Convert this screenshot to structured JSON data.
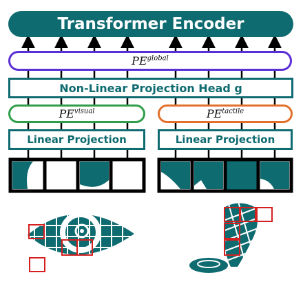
{
  "encoder": {
    "label": "Transformer Encoder"
  },
  "pe_global": {
    "base": "PE",
    "sup": "global"
  },
  "projection_head": {
    "label": "Non-Linear Projection Head g"
  },
  "pe_visual": {
    "base": "PE",
    "sup": "visual"
  },
  "pe_tactile": {
    "base": "PE",
    "sup": "tactile"
  },
  "linear_projection": {
    "visual_label": "Linear Projection",
    "tactile_label": "Linear Projection"
  },
  "colors": {
    "teal": "#0e6b70",
    "global_border": "#5b2fd6",
    "visual_border": "#2e9e4a",
    "tactile_border": "#e2702b",
    "highlight": "#d42020"
  }
}
